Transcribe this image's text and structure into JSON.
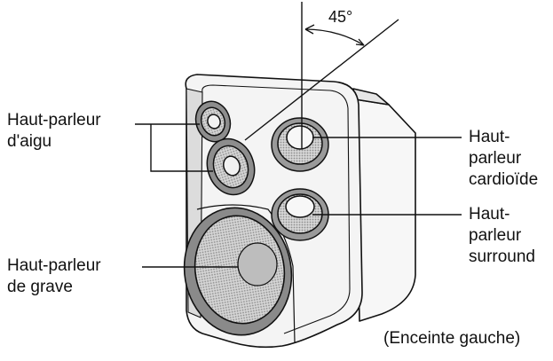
{
  "angle": {
    "label": "45°",
    "degrees": 45
  },
  "labels": {
    "tweeter": [
      "Haut-parleur",
      "d'aigu"
    ],
    "woofer": [
      "Haut-parleur",
      "de grave"
    ],
    "cardioid": [
      "Haut-",
      "parleur",
      "cardioïde"
    ],
    "surround": [
      "Haut-",
      "parleur",
      "surround"
    ],
    "caption": "(Enceinte gauche)"
  },
  "colors": {
    "line": "#111111",
    "face": "#f4f4f4",
    "shadow": "#9a9a9a",
    "grille": "#cfcfcf"
  }
}
